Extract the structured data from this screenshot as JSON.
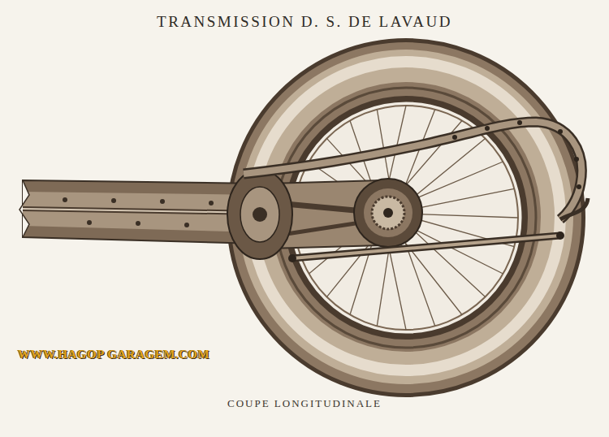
{
  "diagram": {
    "title": "TRANSMISSION D. S. DE LAVAUD",
    "caption": "COUPE LONGITUDINALE",
    "labels": [
      "WWW.HAGOP GARAGEM.COM"
    ]
  }
}
